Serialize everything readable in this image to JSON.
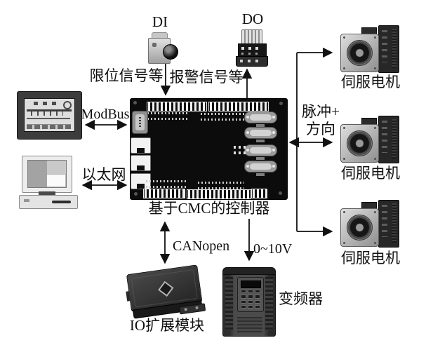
{
  "colors": {
    "background": "#ffffff",
    "line": "#111111",
    "text": "#111111",
    "board": "#0c0c0c"
  },
  "nodes": {
    "di": {
      "label": "DI"
    },
    "do": {
      "label": "DO"
    },
    "controller": {
      "label": "基于CMC的控制器"
    },
    "io_module": {
      "label": "IO扩展模块"
    },
    "vfd": {
      "label": "变频器"
    },
    "servo_1": {
      "label": "伺服电机"
    },
    "servo_2": {
      "label": "伺服电机"
    },
    "servo_3": {
      "label": "伺服电机"
    }
  },
  "connections": {
    "limit_signals": {
      "label": "限位信号等"
    },
    "alarm_signals": {
      "label": "报警信号等"
    },
    "modbus": {
      "label": "ModBus"
    },
    "ethernet": {
      "label": "以太网"
    },
    "canopen": {
      "label": "CANopen"
    },
    "analog_0_10v": {
      "label": "0~10V"
    },
    "pulse_direction": {
      "line1": "脉冲+",
      "line2": "方向"
    }
  }
}
